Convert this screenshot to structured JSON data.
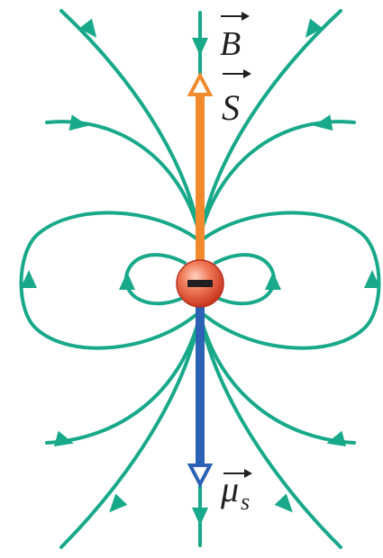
{
  "labels": {
    "field": "B",
    "spin": "S",
    "moment": "μ",
    "moment_sub": "s"
  },
  "particle": {
    "sign": "−"
  },
  "colors": {
    "field_lines": "#18a88a",
    "spin_vector": "#f08a2c",
    "moment_vector": "#2b62b5",
    "particle_fill": "#e2553b",
    "label_text": "#231f20"
  }
}
